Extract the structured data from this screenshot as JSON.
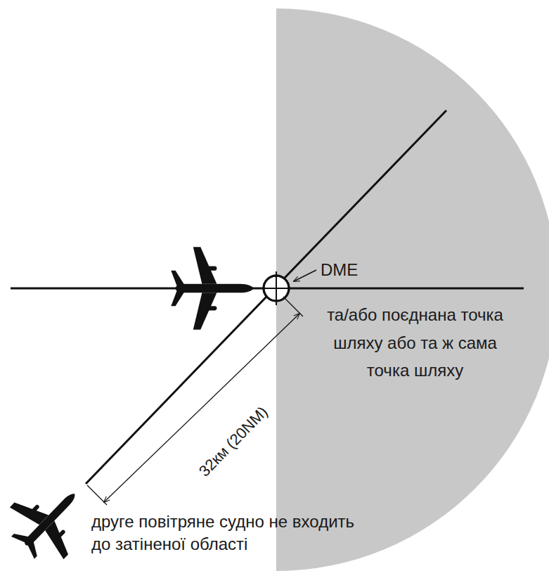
{
  "diagram": {
    "labels": [
      "DME",
      "та/або поєднана точка шляху або та ж сама точка шляху",
      "32км (20NM)",
      "друге повітряне судно не входить до затіненої області"
    ]
  }
}
